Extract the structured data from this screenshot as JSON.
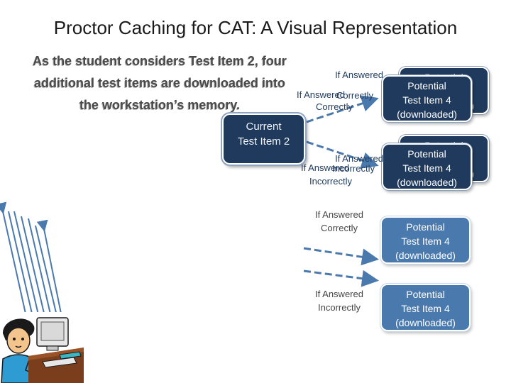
{
  "slide": {
    "title": "Proctor Caching for CAT: A Visual Representation",
    "caption": {
      "line1": "As the student considers Test Item 2, four",
      "line2": "additional test items are downloaded into",
      "line3": "the workstation’s memory."
    },
    "current_item": {
      "line1": "Current",
      "line2": "Test Item 2"
    },
    "items": [
      {
        "line1": "Potential",
        "line2": "Test Item 4",
        "line3": "(downloaded)"
      },
      {
        "line1": "Potential",
        "line2": "Test Item 4",
        "line3": "(downloaded)"
      },
      {
        "line1": "Potential",
        "line2": "Test Item 4",
        "line3": "(downloaded)"
      },
      {
        "line1": "Potential",
        "line2": "Test Item 4",
        "line3": "(downloaded)"
      },
      {
        "line1": "Potential",
        "line2": "Test Item 4",
        "line3": "(downloaded)"
      },
      {
        "line1": "Potential",
        "line2": "Test Item 4",
        "line3": "(downloaded)"
      }
    ],
    "branches": [
      {
        "line1": "If Answered",
        "line2": "Correctly"
      },
      {
        "line1": "If Answered",
        "line2": "Correctly"
      },
      {
        "line1": "If Answered",
        "line2": "Incorrectly"
      },
      {
        "line1": "If Answered",
        "line2": "Incorrectly"
      },
      {
        "line1": "If Answered",
        "line2": "Correctly"
      },
      {
        "line1": "If Answered",
        "line2": "Incorrectly"
      }
    ],
    "colors": {
      "dark_box": "#1f3a5c",
      "medium_box": "#4a79ad",
      "arrow": "#4a79ad"
    },
    "icons": {
      "student": "student-at-computer-icon"
    }
  }
}
